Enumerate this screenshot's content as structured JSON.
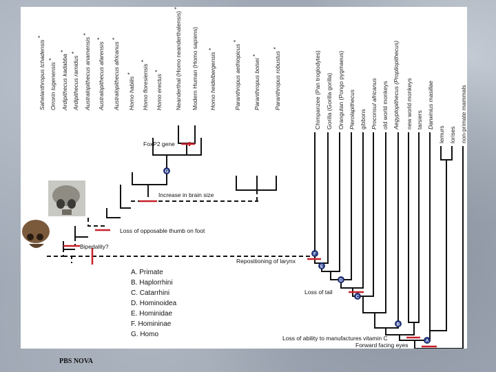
{
  "taxa": [
    {
      "name": "Sahelanthropus tchadensis",
      "asterisk": "*",
      "italic": true
    },
    {
      "name": "Orrorin tugenensis",
      "asterisk": "*",
      "italic": true
    },
    {
      "name": "Ardipithecus kadabba",
      "asterisk": "*",
      "italic": true
    },
    {
      "name": "Ardipithecus ramidus",
      "asterisk": "*",
      "italic": true
    },
    {
      "name": "Australopithecus anamensis",
      "asterisk": "*",
      "italic": true
    },
    {
      "name": "Australopithecus afarensis",
      "asterisk": "*",
      "italic": true
    },
    {
      "name": "Australopithecus africanus",
      "asterisk": "*",
      "italic": true
    },
    {
      "name": "Homo habilis",
      "asterisk": "*",
      "italic": true
    },
    {
      "name": "Homo floresiensis",
      "asterisk": "*",
      "italic": true
    },
    {
      "name": "Homo erectus",
      "asterisk": "*",
      "italic": true
    },
    {
      "name": "Neanderthal (Homo neanderthalensis)",
      "asterisk": "*",
      "italic": false
    },
    {
      "name": "Modern Human (Homo sapiens)",
      "asterisk": "",
      "italic": false
    },
    {
      "name": "Homo heidelbergensis",
      "asterisk": "*",
      "italic": true
    },
    {
      "name": "Paranthropus aethiopicus",
      "asterisk": "*",
      "italic": true
    },
    {
      "name": "Paranthropus boisei",
      "asterisk": "*",
      "italic": true
    },
    {
      "name": "Paranthropus robustus",
      "asterisk": "*",
      "italic": true
    },
    {
      "name": "Chimpanzee (Pan troglodytes)",
      "asterisk": "",
      "italic": false
    },
    {
      "name": "Gorilla (Gorilla gorilla)",
      "asterisk": "",
      "italic": false
    },
    {
      "name": "Orangutan (Pongo pygmaeus)",
      "asterisk": "",
      "italic": false
    },
    {
      "name": "Pierolapithecus",
      "asterisk": "",
      "italic": true
    },
    {
      "name": "gibbons",
      "asterisk": "",
      "italic": false
    },
    {
      "name": "Proconsul africanus",
      "asterisk": "",
      "italic": true
    },
    {
      "name": "old world monkeys",
      "asterisk": "",
      "italic": false
    },
    {
      "name": "Aegyptopithecus (Propliopithecus)",
      "asterisk": "",
      "italic": true
    },
    {
      "name": "new world monkeys",
      "asterisk": "",
      "italic": false
    },
    {
      "name": "tarsiers",
      "asterisk": "",
      "italic": false
    },
    {
      "name": "Darwinius masillae",
      "asterisk": "",
      "italic": true
    },
    {
      "name": "lemurs",
      "asterisk": "",
      "italic": false
    },
    {
      "name": "lorises",
      "asterisk": "",
      "italic": false
    },
    {
      "name": "non-primate mammals",
      "asterisk": "",
      "italic": false
    }
  ],
  "annotations": {
    "foxp2": "FoxP2 gene",
    "brain": "Increase in brain size",
    "thumb": "Loss of opposable thumb on foot",
    "bipedality": "Bipedality?",
    "larynx": "Repositioning of larynx",
    "tail": "Loss of tail",
    "vitamin_c": "Loss of ability to manufactures vitamin C",
    "eyes": "Forward facing eyes"
  },
  "nodes": [
    "A",
    "B",
    "C",
    "D",
    "E",
    "F",
    "G"
  ],
  "legend": [
    "A. Primate",
    "B. Haplorrhini",
    "C. Catarrhini",
    "D. Hominoidea",
    "E. Hominidae",
    "F. Homininae",
    "G. Homo"
  ],
  "credit": "PBS NOVA",
  "colors": {
    "marker": "#c8202a",
    "node": "#2a3f8f",
    "background": "#9fa8b4",
    "panel": "#ffffff"
  },
  "icons": [
    "skull-photo",
    "skull-photo"
  ]
}
